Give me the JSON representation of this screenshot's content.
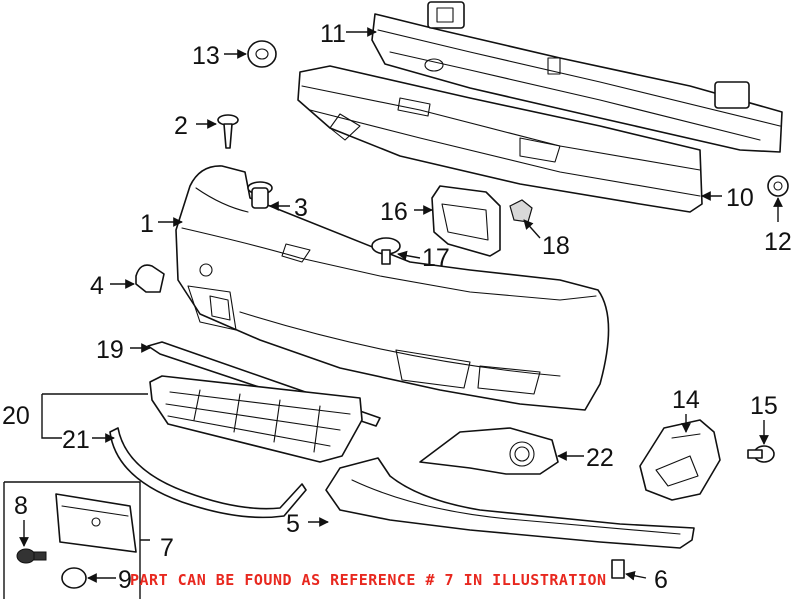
{
  "diagram": {
    "callouts": [
      {
        "id": "1",
        "text": "1"
      },
      {
        "id": "2",
        "text": "2"
      },
      {
        "id": "3",
        "text": "3"
      },
      {
        "id": "4",
        "text": "4"
      },
      {
        "id": "5",
        "text": "5"
      },
      {
        "id": "6",
        "text": "6"
      },
      {
        "id": "7",
        "text": "7"
      },
      {
        "id": "8",
        "text": "8"
      },
      {
        "id": "9",
        "text": "9"
      },
      {
        "id": "10",
        "text": "10"
      },
      {
        "id": "11",
        "text": "11"
      },
      {
        "id": "12",
        "text": "12"
      },
      {
        "id": "13",
        "text": "13"
      },
      {
        "id": "14",
        "text": "14"
      },
      {
        "id": "15",
        "text": "15"
      },
      {
        "id": "16",
        "text": "16"
      },
      {
        "id": "17",
        "text": "17"
      },
      {
        "id": "18",
        "text": "18"
      },
      {
        "id": "19",
        "text": "19"
      },
      {
        "id": "20",
        "text": "20"
      },
      {
        "id": "21",
        "text": "21"
      },
      {
        "id": "22",
        "text": "22"
      }
    ],
    "footnote": "PART CAN BE FOUND AS REFERENCE # 7 IN ILLUSTRATION",
    "footnote_color": "#e8281f"
  }
}
